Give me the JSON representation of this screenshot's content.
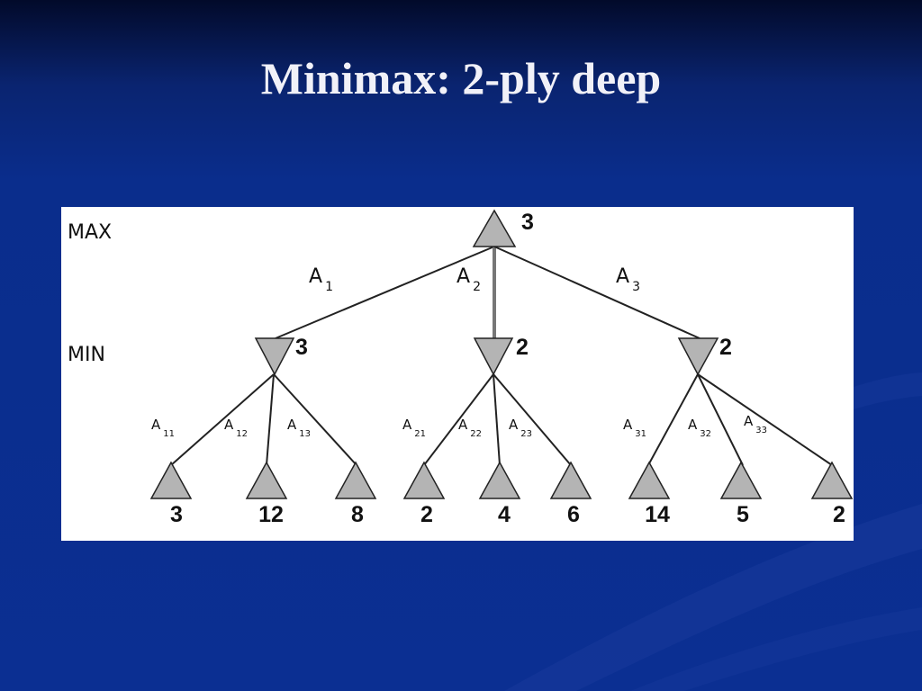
{
  "slide": {
    "title": "Minimax: 2-ply deep"
  },
  "tree": {
    "levels": {
      "max": "MAX",
      "min": "MIN"
    },
    "root": {
      "value": "3"
    },
    "min_nodes": [
      {
        "value": "3",
        "move": {
          "letter": "A",
          "sub": "1"
        },
        "children": [
          {
            "value": "3",
            "move": {
              "letter": "A",
              "sub": "11"
            }
          },
          {
            "value": "12",
            "move": {
              "letter": "A",
              "sub": "12"
            }
          },
          {
            "value": "8",
            "move": {
              "letter": "A",
              "sub": "13"
            }
          }
        ]
      },
      {
        "value": "2",
        "move": {
          "letter": "A",
          "sub": "2"
        },
        "children": [
          {
            "value": "2",
            "move": {
              "letter": "A",
              "sub": "21"
            }
          },
          {
            "value": "4",
            "move": {
              "letter": "A",
              "sub": "22"
            }
          },
          {
            "value": "6",
            "move": {
              "letter": "A",
              "sub": "23"
            }
          }
        ]
      },
      {
        "value": "2",
        "move": {
          "letter": "A",
          "sub": "3"
        },
        "children": [
          {
            "value": "14",
            "move": {
              "letter": "A",
              "sub": "31"
            }
          },
          {
            "value": "5",
            "move": {
              "letter": "A",
              "sub": "32"
            }
          },
          {
            "value": "2",
            "move": {
              "letter": "A",
              "sub": "33"
            }
          }
        ]
      }
    ]
  },
  "colors": {
    "background": "#0b2f92",
    "node_fill": "#b4b4b4",
    "panel": "#ffffff",
    "title": "#f1f1f8"
  }
}
